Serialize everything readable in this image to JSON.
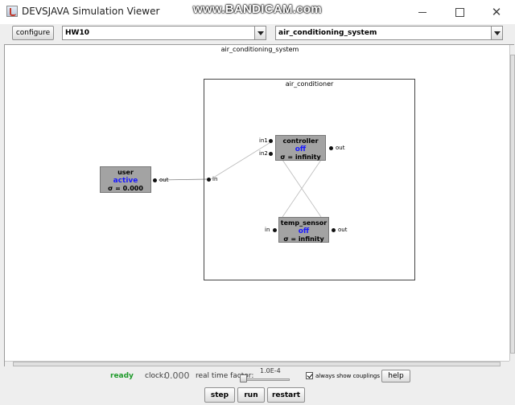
{
  "window": {
    "title": "DEVSJAVA Simulation Viewer",
    "watermark": "www.BANDICAM.com"
  },
  "toolbar": {
    "configure_label": "configure",
    "package_value": "HW10",
    "model_value": "air_conditioning_system"
  },
  "canvas": {
    "outer_model_title": "air_conditioning_system",
    "coupled_model_title": "air_conditioner",
    "models": {
      "user": {
        "name": "user",
        "phase": "active",
        "sigma": "σ = 0.000"
      },
      "controller": {
        "name": "controller",
        "phase": "off",
        "sigma": "σ = infinity"
      },
      "temp_sensor": {
        "name": "temp_sensor",
        "phase": "off",
        "sigma": "σ = infinity"
      }
    },
    "ports": {
      "user_out": "out",
      "ac_in": "in",
      "controller_in1": "in1",
      "controller_in2": "in2",
      "controller_out": "out",
      "sensor_in": "in",
      "sensor_out": "out"
    }
  },
  "status": {
    "state": "ready",
    "clock_label": "clock:",
    "clock_value": "0.000",
    "rtf_label": "real time factor:",
    "rtf_value": "1.0E-4",
    "rtf_slider": 0.0,
    "always_show_couplings_label": "always show couplings",
    "always_show_couplings_checked": true,
    "help_label": "help"
  },
  "controls": {
    "step_label": "step",
    "run_label": "run",
    "restart_label": "restart"
  },
  "colors": {
    "ready": "#1e9a2a",
    "phase": "#1a1aff",
    "atomic_fill": "#a3a3a3"
  }
}
